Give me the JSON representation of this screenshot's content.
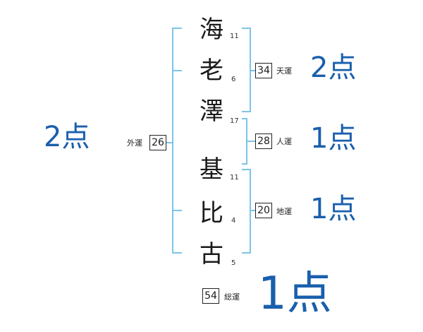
{
  "name": {
    "chars": [
      {
        "char": "海",
        "strokes": "11"
      },
      {
        "char": "老",
        "strokes": "6"
      },
      {
        "char": "澤",
        "strokes": "17"
      },
      {
        "char": "基",
        "strokes": "11"
      },
      {
        "char": "比",
        "strokes": "4"
      },
      {
        "char": "古",
        "strokes": "5"
      }
    ]
  },
  "fortunes": {
    "tenkaku": {
      "value": "34",
      "label": "天運",
      "score": "2点"
    },
    "jinkaku": {
      "value": "28",
      "label": "人運",
      "score": "1点"
    },
    "chikaku": {
      "value": "20",
      "label": "地運",
      "score": "1点"
    },
    "gaikaku": {
      "value": "26",
      "label": "外運",
      "score": "2点"
    },
    "soukaku": {
      "value": "54",
      "label": "総運",
      "score": "1点"
    }
  },
  "colors": {
    "bracket": "#7dc4e6",
    "score": "#1a5fad"
  }
}
